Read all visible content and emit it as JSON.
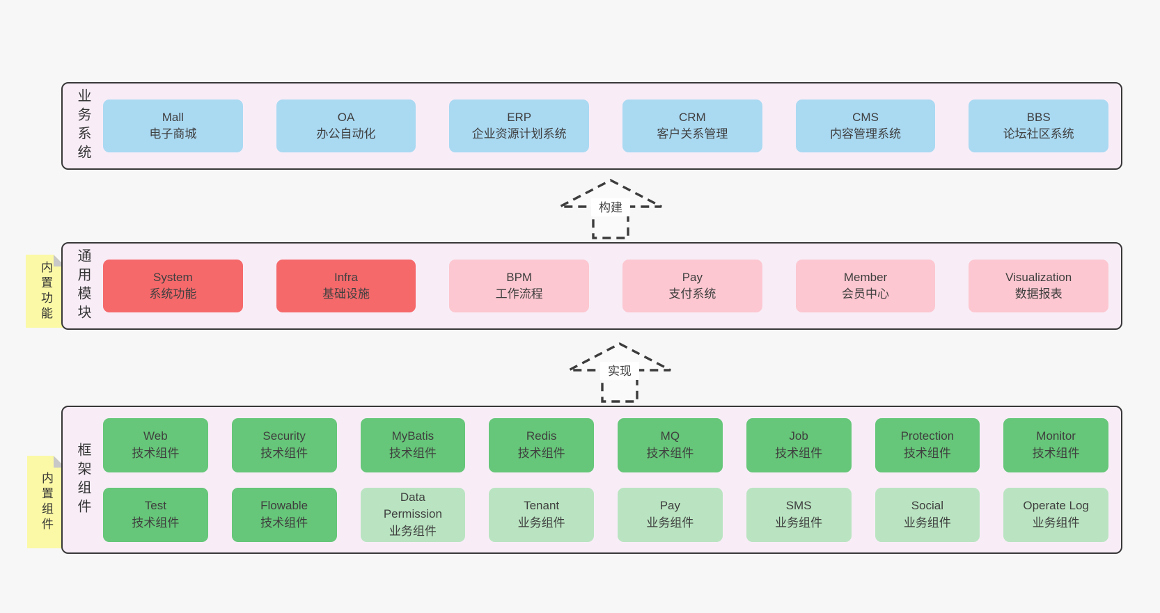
{
  "colors": {
    "pageBg": "#f7f7f7",
    "layerBg": "#f8edf7",
    "layerBorder": "#383838",
    "blue": "#aad9f2",
    "red": "#f5696b",
    "pink": "#fcc7d0",
    "green": "#66c679",
    "lightgreen": "#bae4c1",
    "noteBg": "#fbf9a5",
    "noteFold": "#c8c8c8",
    "text": "#3f3f3f"
  },
  "arrows": {
    "build": "构建",
    "implement": "实现"
  },
  "layers": {
    "business": {
      "label": "业务系统",
      "items": [
        {
          "en": "Mall",
          "zh": "电子商城",
          "color": "blue"
        },
        {
          "en": "OA",
          "zh": "办公自动化",
          "color": "blue"
        },
        {
          "en": "ERP",
          "zh": "企业资源计划系统",
          "color": "blue"
        },
        {
          "en": "CRM",
          "zh": "客户关系管理",
          "color": "blue"
        },
        {
          "en": "CMS",
          "zh": "内容管理系统",
          "color": "blue"
        },
        {
          "en": "BBS",
          "zh": "论坛社区系统",
          "color": "blue"
        }
      ]
    },
    "modules": {
      "label": "通用模块",
      "note": "内置功能",
      "items": [
        {
          "en": "System",
          "zh": "系统功能",
          "color": "red"
        },
        {
          "en": "Infra",
          "zh": "基础设施",
          "color": "red"
        },
        {
          "en": "BPM",
          "zh": "工作流程",
          "color": "pink"
        },
        {
          "en": "Pay",
          "zh": "支付系统",
          "color": "pink"
        },
        {
          "en": "Member",
          "zh": "会员中心",
          "color": "pink"
        },
        {
          "en": "Visualization",
          "zh": "数据报表",
          "color": "pink"
        }
      ]
    },
    "components": {
      "label": "框架组件",
      "note": "内置组件",
      "rows": [
        [
          {
            "en": "Web",
            "zh": "技术组件",
            "color": "green"
          },
          {
            "en": "Security",
            "zh": "技术组件",
            "color": "green"
          },
          {
            "en": "MyBatis",
            "zh": "技术组件",
            "color": "green"
          },
          {
            "en": "Redis",
            "zh": "技术组件",
            "color": "green"
          },
          {
            "en": "MQ",
            "zh": "技术组件",
            "color": "green"
          },
          {
            "en": "Job",
            "zh": "技术组件",
            "color": "green"
          },
          {
            "en": "Protection",
            "zh": "技术组件",
            "color": "green"
          },
          {
            "en": "Monitor",
            "zh": "技术组件",
            "color": "green"
          }
        ],
        [
          {
            "en": "Test",
            "zh": "技术组件",
            "color": "green"
          },
          {
            "en": "Flowable",
            "zh": "技术组件",
            "color": "green"
          },
          {
            "en": "Data Permission",
            "zh": "业务组件",
            "color": "lightgreen"
          },
          {
            "en": "Tenant",
            "zh": "业务组件",
            "color": "lightgreen"
          },
          {
            "en": "Pay",
            "zh": "业务组件",
            "color": "lightgreen"
          },
          {
            "en": "SMS",
            "zh": "业务组件",
            "color": "lightgreen"
          },
          {
            "en": "Social",
            "zh": "业务组件",
            "color": "lightgreen"
          },
          {
            "en": "Operate Log",
            "zh": "业务组件",
            "color": "lightgreen"
          }
        ]
      ]
    }
  }
}
